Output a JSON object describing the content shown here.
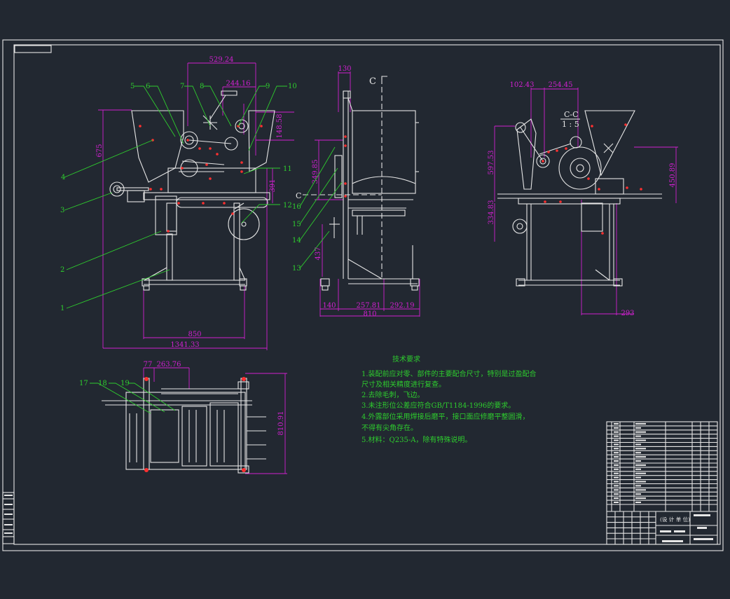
{
  "drawing": {
    "colors": {
      "background": "#222831",
      "lines": "#e6e6e6",
      "dimensions": "#d020d0",
      "leaders": "#2ecc2e",
      "centers": "#ff3030"
    },
    "front_dims": [
      "529.24",
      "244.16",
      "148.58",
      "675",
      "850",
      "1341.33",
      "391"
    ],
    "side_dims": [
      "130",
      "349.85",
      "140",
      "257.81",
      "292.19",
      "810",
      "437"
    ],
    "right_dims": [
      "102.43",
      "254.45",
      "597.53",
      "450.89",
      "334.83",
      "293"
    ],
    "plan_dims": [
      "77",
      "263.76",
      "810.91"
    ],
    "section_label": "C",
    "section_view": {
      "name": "C-C",
      "scale": "1 : 5"
    },
    "part_numbers": {
      "p1": "1",
      "p2": "2",
      "p3": "3",
      "p4": "4",
      "p5": "5",
      "p6": "6",
      "p7": "7",
      "p8": "8",
      "p9": "9",
      "p10": "10",
      "p11": "11",
      "p12": "12",
      "p13": "13",
      "p14": "14",
      "p15": "15",
      "p16": "16",
      "p17": "17",
      "p18": "18",
      "p19": "19"
    },
    "tech_title": "技术要求",
    "tech_lines": [
      "1.装配前应对零、部件的主要配合尺寸，特别是过盈配合",
      "尺寸及相关精度进行复查。",
      "2.去除毛刺，飞边。",
      "3.未注形位公差应符合GB/T1184-1996的要求。",
      "4.外露部位采用焊接后磨平，接口面应修磨平整圆滑，",
      "不得有尖角存在。",
      "5.材料：Q235-A，除有特殊说明。"
    ],
    "title_block": {
      "bottom_label": "(设 计 单 位)"
    }
  }
}
